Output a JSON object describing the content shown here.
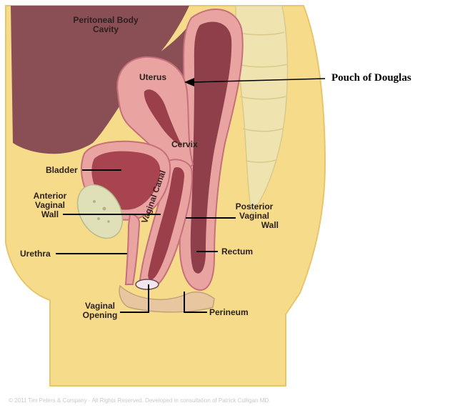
{
  "labels": {
    "peritoneal_cavity": [
      "Peritoneal Body",
      "Cavity"
    ],
    "uterus": "Uterus",
    "cervix": "Cervix",
    "bladder": "Bladder",
    "anterior_wall": [
      "Anterior",
      "Vaginal",
      "Wall"
    ],
    "urethra": "Urethra",
    "vaginal_canal": "Vaginal Canal",
    "posterior_wall": [
      "Posterior",
      "Vaginal",
      "Wall"
    ],
    "rectum": "Rectum",
    "vaginal_opening": [
      "Vaginal",
      "Opening"
    ],
    "perineum": "Perineum"
  },
  "annotation": "Pouch of Douglas",
  "credit": "© 2011 Tim Peters & Company · All Rights Reserved. Developed in consultation of Patrick Culligan MD.",
  "colors": {
    "skin": "#f6dc8a",
    "cavity": "#8a4f55",
    "organ_pink": "#e9a3a0",
    "organ_dark": "#9b3f4a",
    "spine": "#efe3b0"
  }
}
